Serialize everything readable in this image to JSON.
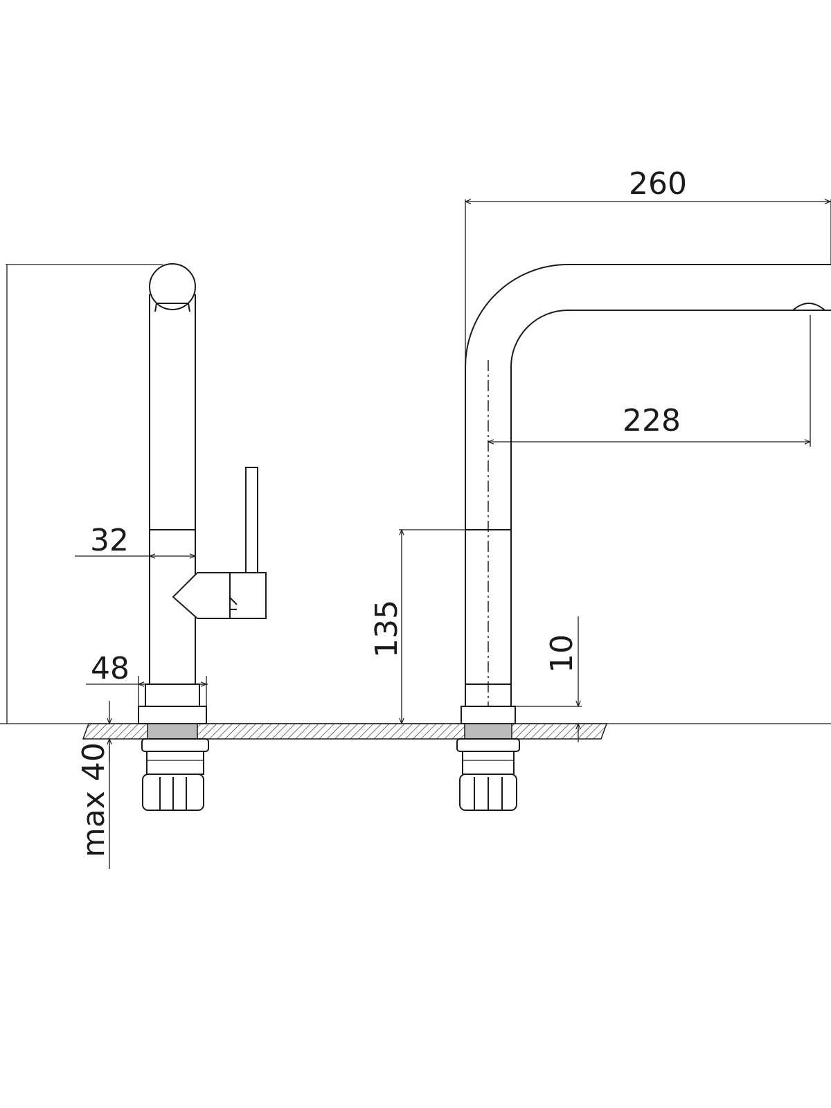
{
  "dimensions": {
    "spout_reach": "260",
    "outlet_reach": "228",
    "body_diameter": "32",
    "base_diameter": "48",
    "max_deck_thickness": "max 40",
    "lever_height": "135",
    "base_height": "10"
  }
}
